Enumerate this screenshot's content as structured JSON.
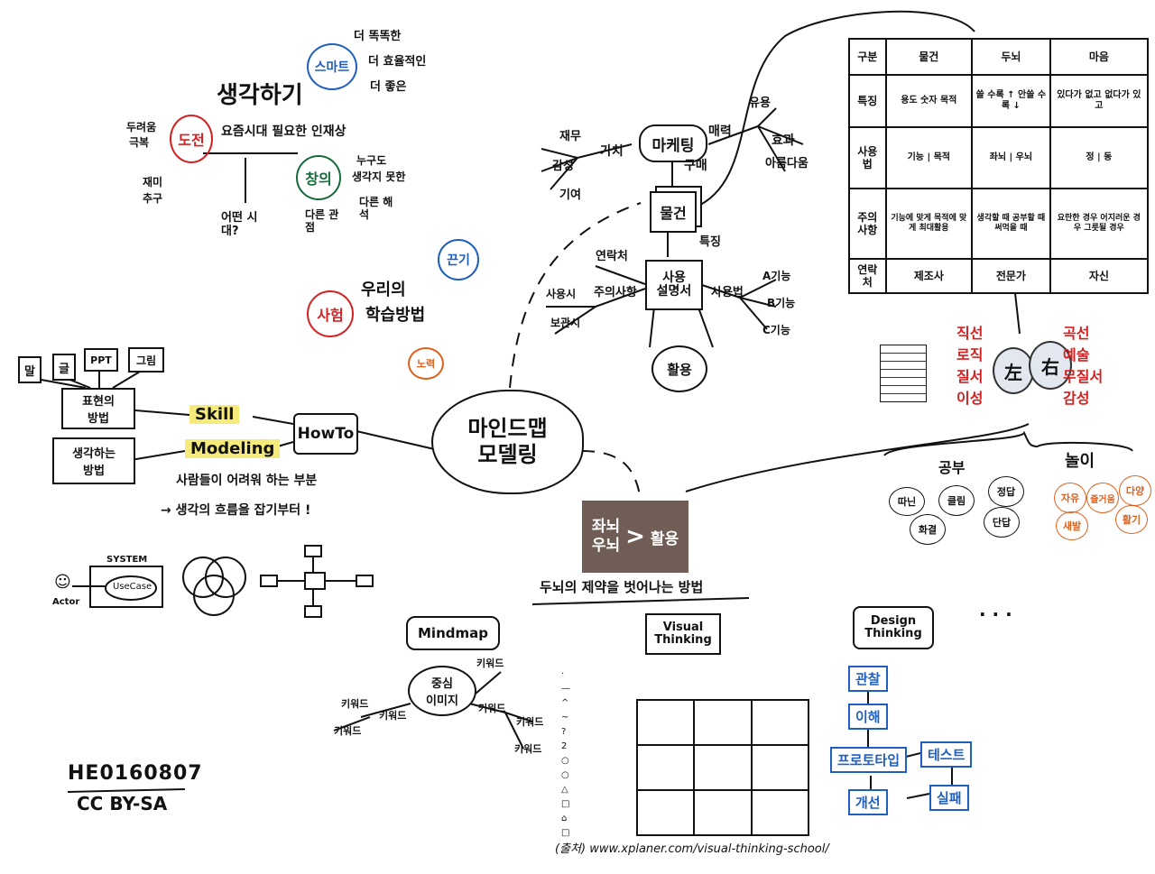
{
  "center": {
    "line1": "마인드맵",
    "line2": "모델링"
  },
  "brain_box": {
    "left": "좌뇌",
    "left2": "우뇌",
    "right": "활용",
    "symbol": ">"
  },
  "brain_caption": "두뇌의 제약을 벗어나는 방법",
  "thinking": {
    "title": "생각하기",
    "subtitle": "요즘시대 필요한 인재상",
    "q": "어떤 시대?",
    "challenge": "도전",
    "challenge_note1": "두려움",
    "challenge_note2": "극복",
    "fun1": "재미",
    "fun2": "추구",
    "smart": "스마트",
    "smart_items": [
      "더 똑똑한",
      "더 효율적인",
      "더 좋은"
    ],
    "creative": "창의",
    "creative_items": [
      "누구도",
      "생각지 못한"
    ],
    "creative_a": "다른 해석",
    "creative_b": "다른 관점"
  },
  "learning": {
    "title1": "우리의",
    "title2": "학습방법",
    "experience": "사험",
    "grit": "끈기",
    "effort": "노력"
  },
  "howto": {
    "node": "HowTo",
    "skill": "Skill",
    "modeling": "Modeling",
    "expression1": "표현의",
    "expression2": "방법",
    "thinking1": "생각하는",
    "thinking2": "방법",
    "outputs": [
      "말",
      "글",
      "PPT",
      "그림"
    ],
    "note1": "사람들이 어려워 하는 부분",
    "note2": "→ 생각의 흐름을 잡기부터 !"
  },
  "system": {
    "label": "SYSTEM",
    "usecase": "UseCase",
    "actor": "Actor"
  },
  "marketing": {
    "marketing": "마케팅",
    "object": "물건",
    "purchase": "구매",
    "value": "가치",
    "attraction": "매력",
    "manual1": "사용",
    "manual2": "설명서",
    "feature": "특징",
    "contact": "연락처",
    "caution": "주의사항",
    "usage": "사용법",
    "use": "활용",
    "left_items": [
      "재무",
      "감성",
      "기여"
    ],
    "right_items": [
      "유용",
      "효과",
      "아름다움"
    ],
    "caution_items": [
      "사용시",
      "보관시"
    ],
    "usage_items": [
      "A기능",
      "B기능",
      "C기능"
    ]
  },
  "table": {
    "headers": [
      "구분",
      "물건",
      "두뇌",
      "마음"
    ],
    "rows": [
      [
        "특징",
        "용도 숫자 목적",
        "쓸 수록 ↑ 안쓸 수록 ↓",
        "있다가 없고 없다가 있고"
      ],
      [
        "사용법",
        "기능 | 목적",
        "좌뇌 | 우뇌",
        "정 | 동"
      ],
      [
        "주의사항",
        "기능에 맞게 목적에 맞게 최대활용",
        "생각할 때 공부할 때 써먹을 때",
        "요란한 경우 어지러운 경우 그릇될 경우"
      ],
      [
        "연락처",
        "제조사",
        "전문가",
        "자신"
      ]
    ]
  },
  "brain": {
    "left_char": "左",
    "right_char": "右",
    "left_words": [
      "직선",
      "로직",
      "질서",
      "이성"
    ],
    "right_words": [
      "곡선",
      "예술",
      "무질서",
      "감성"
    ],
    "study": "공부",
    "play": "놀이",
    "study_items": [
      "따닌",
      "클림",
      "정답",
      "화결",
      "단답"
    ],
    "play_items": [
      "자유",
      "즐거움",
      "다양",
      "새발",
      "활기"
    ]
  },
  "mindmap": {
    "title": "Mindmap",
    "center1": "중심",
    "center2": "이미지",
    "keyword": "키워드"
  },
  "visual": {
    "title1": "Visual",
    "title2": "Thinking",
    "source": "(출처) www.xplaner.com/visual-thinking-school/"
  },
  "design": {
    "title1": "Design",
    "title2": "Thinking",
    "steps": [
      "관찰",
      "이해",
      "프로토타입",
      "테스트",
      "실패",
      "개선"
    ],
    "ellipsis": "· · ·"
  },
  "license": {
    "id": "HE0160807",
    "cc": "CC BY-SA"
  }
}
